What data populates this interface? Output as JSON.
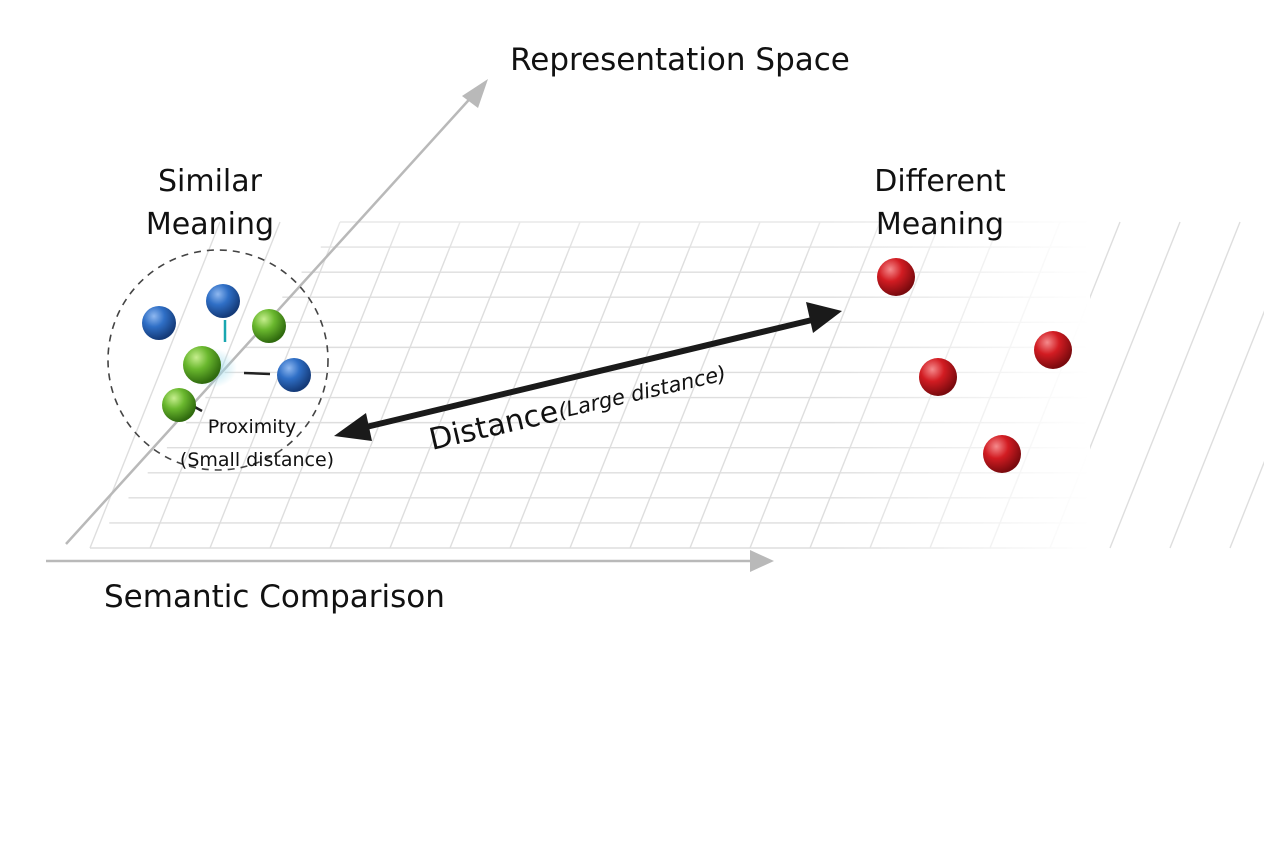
{
  "labels": {
    "representation_space": "Representation Space",
    "semantic_comparison": "Semantic Comparison",
    "similar_line1": "Similar",
    "similar_line2": "Meaning",
    "different_line1": "Different",
    "different_line2": "Meaning",
    "proximity_line1": "Proximity",
    "proximity_line2": "(Small distance)",
    "distance_main": "Distance",
    "distance_sub": "(Large distance)"
  },
  "colors": {
    "axis": "#b9b9b9",
    "grid": "#dedede",
    "blue_point": "#2f6fc6",
    "green_point": "#6ab82e",
    "red_point": "#d21c22",
    "arrow": "#1a1a1a",
    "text": "#111111"
  },
  "icons": {
    "point": "sphere-icon",
    "arrowhead": "arrowhead-icon"
  }
}
